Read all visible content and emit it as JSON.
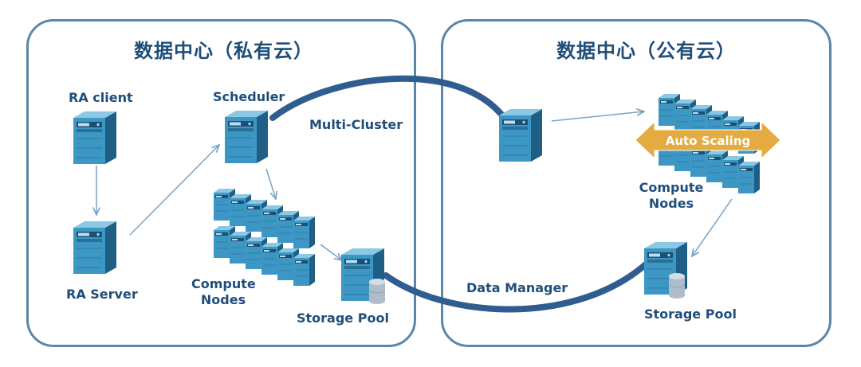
{
  "private_dc": {
    "title": "数据中心（私有云）",
    "ra_client": "RA client",
    "ra_server": "RA Server",
    "scheduler": "Scheduler",
    "compute_nodes_line1": "Compute",
    "compute_nodes_line2": "Nodes",
    "storage_pool": "Storage Pool"
  },
  "public_dc": {
    "title": "数据中心（公有云）",
    "compute_nodes_line1": "Compute",
    "compute_nodes_line2": "Nodes",
    "storage_pool": "Storage Pool",
    "auto_scaling": "Auto Scaling"
  },
  "links": {
    "multi_cluster": "Multi-Cluster",
    "data_manager": "Data Manager"
  },
  "colors": {
    "panel_border": "#5b87a9",
    "title_text": "#1f4e79",
    "link_curve": "#2f5d8f",
    "arrow": "#7aa3c4",
    "server_front": "#3d97c4",
    "server_side": "#1f5f86",
    "auto_scaling_arrow": "#e4ab40"
  }
}
